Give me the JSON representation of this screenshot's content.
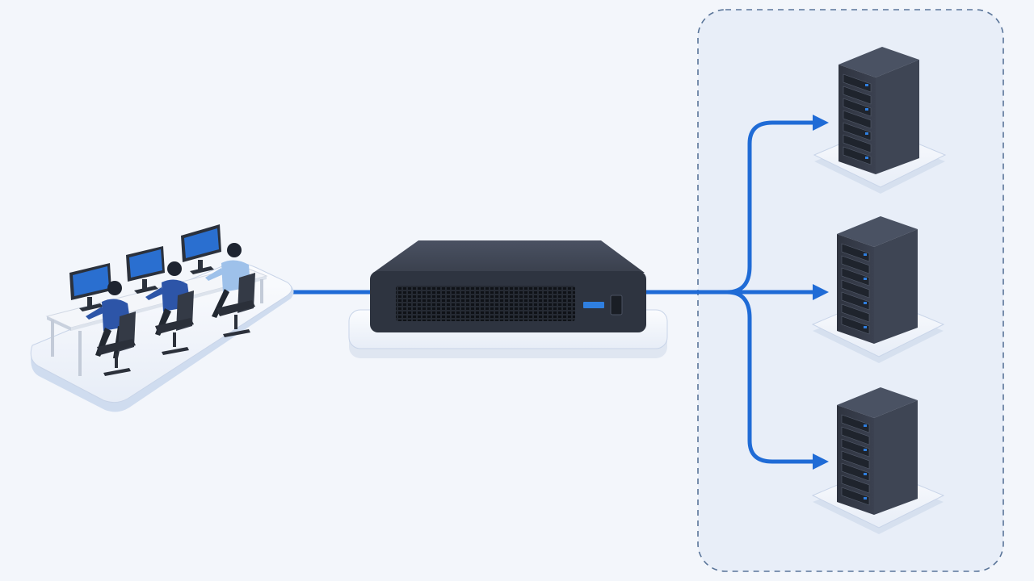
{
  "diagram": {
    "nodes": [
      {
        "id": "workstation-group",
        "kind": "users",
        "people": 3,
        "monitors": 3,
        "chairs": 3
      },
      {
        "id": "load-balancer",
        "kind": "network-appliance"
      },
      {
        "id": "server-1",
        "kind": "server-rack"
      },
      {
        "id": "server-2",
        "kind": "server-rack"
      },
      {
        "id": "server-3",
        "kind": "server-rack"
      }
    ],
    "edges": [
      {
        "from": "workstation-group",
        "to": "load-balancer",
        "arrow": false
      },
      {
        "from": "load-balancer",
        "to": "server-1",
        "arrow": true
      },
      {
        "from": "load-balancer",
        "to": "server-2",
        "arrow": true
      },
      {
        "from": "load-balancer",
        "to": "server-3",
        "arrow": true
      }
    ],
    "groups": [
      {
        "id": "server-pool",
        "members": [
          "server-1",
          "server-2",
          "server-3"
        ],
        "border": "dashed"
      }
    ],
    "text_labels": []
  },
  "colors": {
    "background": "#f3f6fb",
    "connector": "#1f6bd6",
    "group_fill": "#e8eef8",
    "group_border": "#5a7599",
    "device_dark": "#3a404d",
    "platform": "#f4f6fb",
    "platform_edge": "#c8d4e8",
    "indicator_blue": "#2f7fe0"
  }
}
